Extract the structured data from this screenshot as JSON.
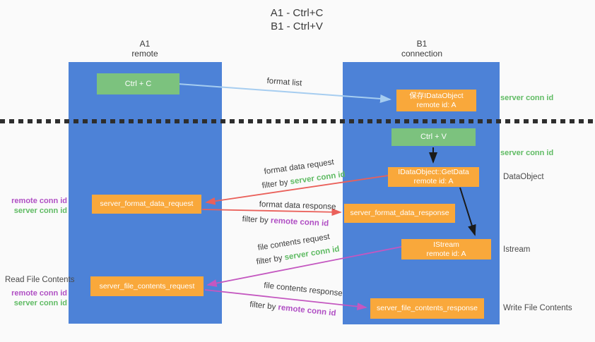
{
  "title": {
    "line1": "A1 - Ctrl+C",
    "line2": "B1 - Ctrl+V"
  },
  "lanes": {
    "left": {
      "name": "A1",
      "role": "remote"
    },
    "right": {
      "name": "B1",
      "role": "connection"
    }
  },
  "nodes": {
    "ctrl_c": {
      "label": "Ctrl + C"
    },
    "save_idataobject": {
      "line1": "保存IDataObject",
      "line2": "remote id: A"
    },
    "ctrl_v": {
      "label": "Ctrl + V"
    },
    "getdata": {
      "line1": "IDataObject::GetData",
      "line2": "remote id: A"
    },
    "format_request": {
      "label": "server_format_data_request"
    },
    "format_response": {
      "label": "server_format_data_response"
    },
    "istream": {
      "line1": "IStream",
      "line2": "remote id: A"
    },
    "file_request": {
      "label": "server_file_contents_request"
    },
    "file_response": {
      "label": "server_file_contents_response"
    }
  },
  "flow_labels": {
    "format_list": "format list",
    "format_data_request": "format data request",
    "format_data_response": "format data response",
    "file_contents_request": "file contents request",
    "file_contents_response": "file contents response",
    "filter_by": "filter by",
    "server_conn_id": "server conn id",
    "remote_conn_id": "remote conn id"
  },
  "side_labels": {
    "server_conn_id_top": "server conn id",
    "server_conn_id_mid": "server conn id",
    "dataobject": "DataObject",
    "istream": "Istream",
    "write_file_contents": "Write File Contents",
    "read_file_contents": "Read File Contents",
    "remote_conn_id": "remote conn id",
    "server_conn_id": "server conn id"
  },
  "colors": {
    "lane_blue": "#4d82d7",
    "box_green": "#7cc27e",
    "box_orange": "#f9a83b",
    "arrow_light_blue": "#a6cdf0",
    "arrow_black": "#1a1a1a",
    "arrow_red": "#ea605a",
    "arrow_magenta": "#c457c0",
    "text_green": "#5fbb63",
    "text_purple": "#b04fc4"
  }
}
